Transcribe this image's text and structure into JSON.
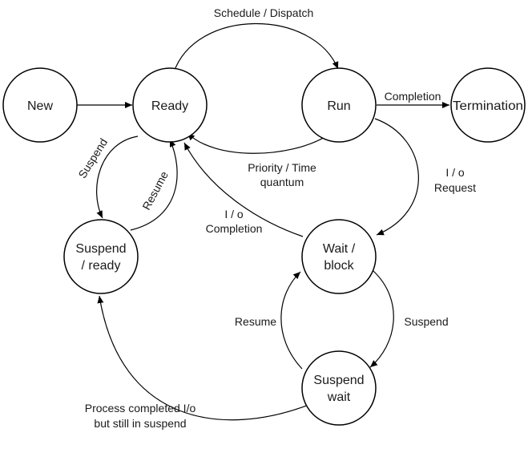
{
  "states": {
    "new": "New",
    "ready": "Ready",
    "run": "Run",
    "termination": "Termination",
    "suspend_ready": [
      "Suspend",
      "/ ready"
    ],
    "wait_block": [
      "Wait /",
      "block"
    ],
    "suspend_wait": [
      "Suspend",
      "wait"
    ]
  },
  "transitions": {
    "schedule_dispatch": "Schedule / Dispatch",
    "completion": "Completion",
    "priority_time_quantum": [
      "Priority / Time",
      "quantum"
    ],
    "io_request": [
      "I / o",
      "Request"
    ],
    "io_completion": [
      "I / o",
      "Completion"
    ],
    "suspend_left": "Suspend",
    "resume_left": "Resume",
    "resume_bottom": "Resume",
    "suspend_bottom": "Suspend",
    "process_completed_io": [
      "Process completed I/o",
      "but still in suspend"
    ]
  }
}
